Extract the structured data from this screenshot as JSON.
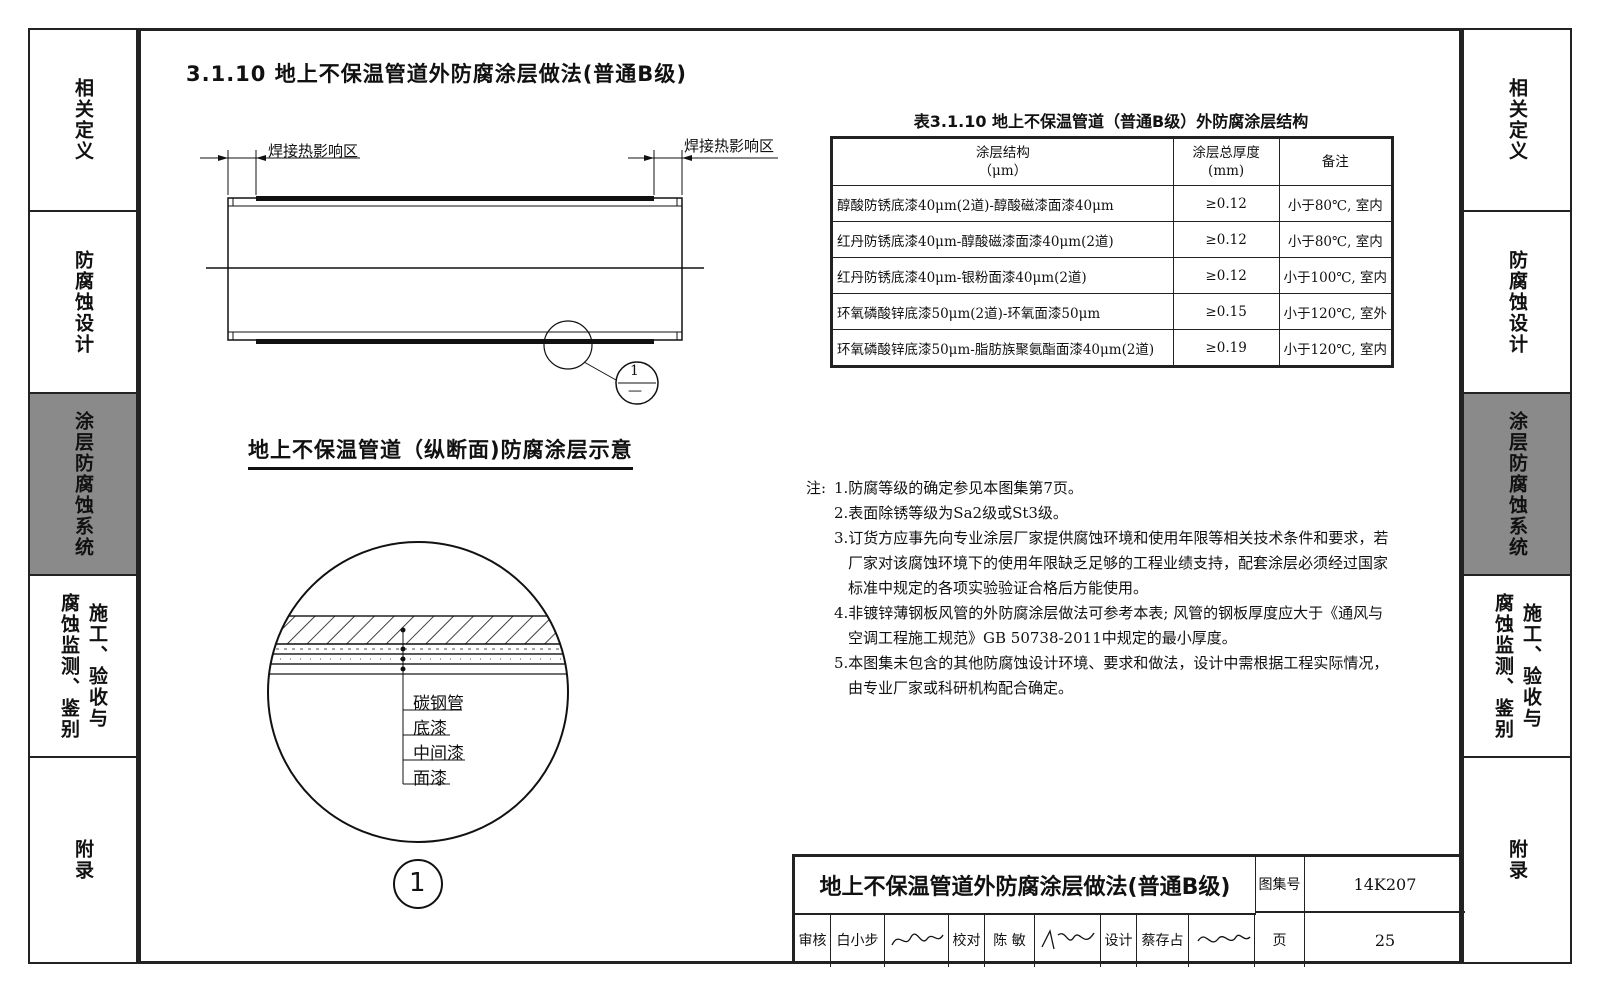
{
  "sidebar": {
    "tabs": [
      {
        "label": "相关定义",
        "label2": ""
      },
      {
        "label": "防腐蚀设计",
        "label2": ""
      },
      {
        "label": "涂层防腐蚀系统",
        "label2": ""
      },
      {
        "label": "腐蚀监测、鉴别",
        "label2": "施工、验收与"
      },
      {
        "label": "附录",
        "label2": ""
      }
    ],
    "active_index": 2,
    "active_color": "#8a8a8a"
  },
  "page": {
    "title": "3.1.10 地上不保温管道外防腐涂层做法(普通B级)"
  },
  "figure": {
    "weld_zone_left": "焊接热影响区",
    "weld_zone_right": "焊接热影响区",
    "detail_number": "1",
    "detail_sheet": "—",
    "caption": "地上不保温管道（纵断面)防腐涂层示意",
    "layers": [
      "碳钢管",
      "底漆",
      "中间漆",
      "面漆"
    ],
    "detail_label": "1"
  },
  "table": {
    "title": "表3.1.10 地上不保温管道（普通B级）外防腐涂层结构",
    "headers": {
      "structure": "涂层结构",
      "structure_unit": "（μm）",
      "thickness": "涂层总厚度",
      "thickness_unit": "(mm)",
      "remark": "备注"
    },
    "rows": [
      {
        "structure": "醇酸防锈底漆40μm(2道)-醇酸磁漆面漆40μm",
        "thickness": "≥0.12",
        "remark": "小于80℃, 室内"
      },
      {
        "structure": "红丹防锈底漆40μm-醇酸磁漆面漆40μm(2道)",
        "thickness": "≥0.12",
        "remark": "小于80℃, 室内"
      },
      {
        "structure": "红丹防锈底漆40μm-银粉面漆40μm(2道)",
        "thickness": "≥0.12",
        "remark": "小于100℃, 室内"
      },
      {
        "structure": "环氧磷酸锌底漆50μm(2道)-环氧面漆50μm",
        "thickness": "≥0.15",
        "remark": "小于120℃, 室外"
      },
      {
        "structure": "环氧磷酸锌底漆50μm-脂肪族聚氨酯面漆40μm(2道)",
        "thickness": "≥0.19",
        "remark": "小于120℃, 室内"
      }
    ]
  },
  "notes": {
    "label": "注:",
    "items": [
      {
        "l1": "1.防腐等级的确定参见本图集第7页。",
        "l2": "",
        "l3": ""
      },
      {
        "l1": "2.表面除锈等级为Sa2级或St3级。",
        "l2": "",
        "l3": ""
      },
      {
        "l1": "3.订货方应事先向专业涂层厂家提供腐蚀环境和使用年限等相关技术条件和要求，若",
        "l2": "厂家对该腐蚀环境下的使用年限缺乏足够的工程业绩支持，配套涂层必须经过国家",
        "l3": "标准中规定的各项实验验证合格后方能使用。"
      },
      {
        "l1": "4.非镀锌薄钢板风管的外防腐涂层做法可参考本表; 风管的钢板厚度应大于《通风与",
        "l2": "空调工程施工规范》GB 50738-2011中规定的最小厚度。",
        "l3": ""
      },
      {
        "l1": "5.本图集未包含的其他防腐蚀设计环境、要求和做法，设计中需根据工程实际情况，",
        "l2": "由专业厂家或科研机构配合确定。",
        "l3": ""
      }
    ]
  },
  "title_block": {
    "drawing_title": "地上不保温管道外防腐涂层做法(普通B级)",
    "atlas_label": "图集号",
    "atlas_no": "14K207",
    "review_label": "审核",
    "reviewer": "白小步",
    "check_label": "校对",
    "checker": "陈 敏",
    "design_label": "设计",
    "designer": "蔡存占",
    "page_label": "页",
    "page_no": "25"
  }
}
